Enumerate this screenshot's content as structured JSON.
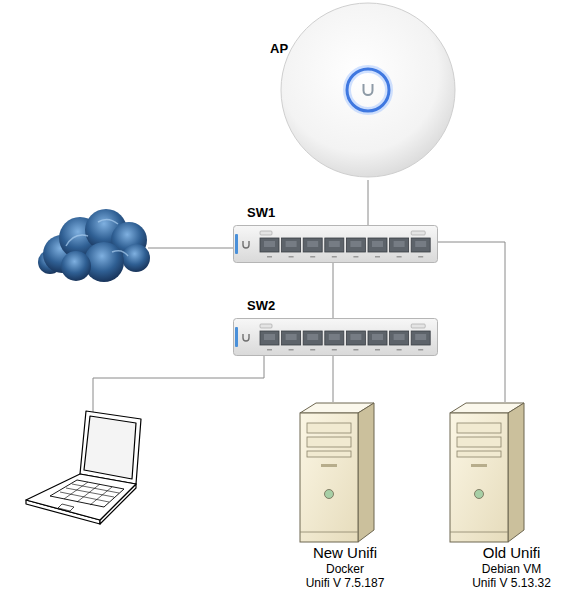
{
  "diagram": {
    "nodes": [
      {
        "text": [
          "AP"
        ]
      },
      {
        "text": [
          "SW1"
        ]
      },
      {
        "text": [
          "SW2"
        ]
      },
      {
        "text": [
          "New Unifi",
          "Docker",
          "Unifi V 7.5.187"
        ]
      },
      {
        "text": [
          "Old Unifi",
          "Debian VM",
          "Unifi V 5.13.32"
        ]
      }
    ],
    "edges": [
      {
        "from": 0,
        "to": 1,
        "arrow": "none"
      },
      {
        "from": 1,
        "to": 2,
        "arrow": "none"
      },
      {
        "from": 1,
        "to": 4,
        "arrow": "none"
      },
      {
        "from": 2,
        "to": 3,
        "arrow": "none"
      }
    ]
  }
}
